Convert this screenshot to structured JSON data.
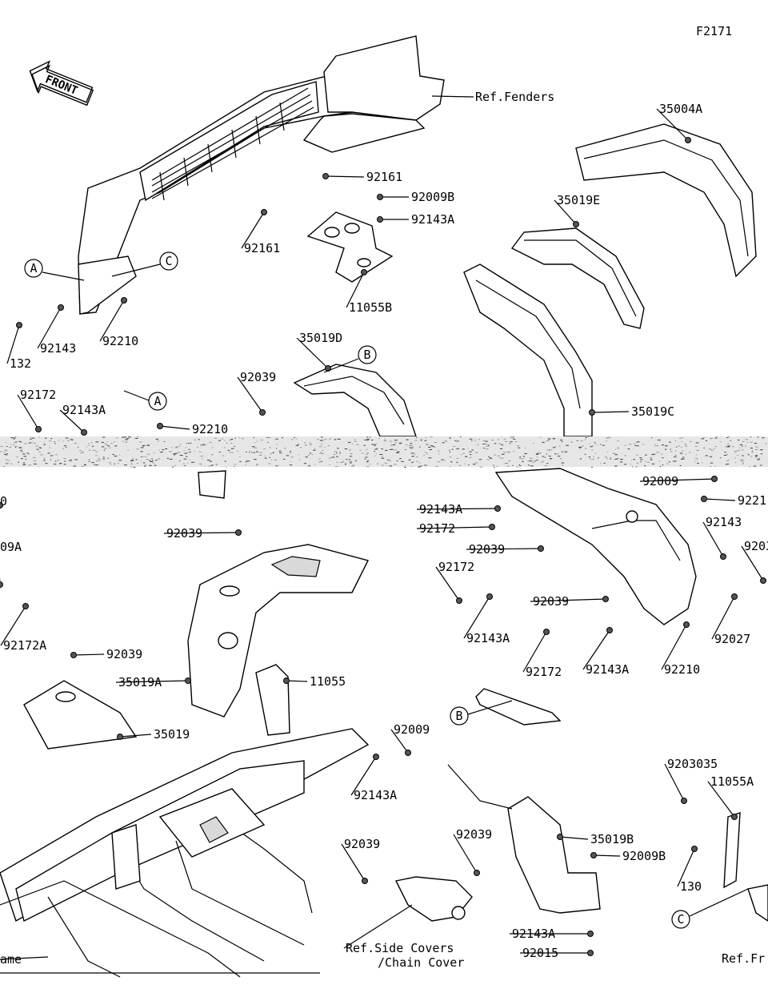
{
  "diagram_id": "F2171",
  "front_label": "FRONT",
  "reference_labels": {
    "fenders": "Ref.Fenders",
    "side_covers_line1": "Ref.Side Covers",
    "side_covers_line2": "/Chain Cover",
    "frame": "ame",
    "fr_cut": "Ref.Fr"
  },
  "callouts": [
    "A",
    "C",
    "B",
    "A",
    "B",
    "C"
  ],
  "part_labels": [
    "92161",
    "92009B",
    "92143A",
    "92161",
    "11055B",
    "35004A",
    "35019E",
    "92143",
    "92210",
    "132",
    "35019D",
    "92039",
    "92172",
    "92143A",
    "92210",
    "35019C",
    "92009",
    "9221",
    "92143A",
    "92172",
    "92143",
    "92039",
    "9203",
    "92172",
    "92039",
    "92143A",
    "92027",
    "92172",
    "92143A",
    "92210",
    "0",
    "09A",
    "92172A",
    "92039",
    "92039",
    "35019A",
    "11055",
    "35019",
    "92009",
    "92143A",
    "9203035",
    "11055A",
    "92039",
    "92039",
    "35019B",
    "92009B",
    "130",
    "92143A",
    "92015"
  ]
}
